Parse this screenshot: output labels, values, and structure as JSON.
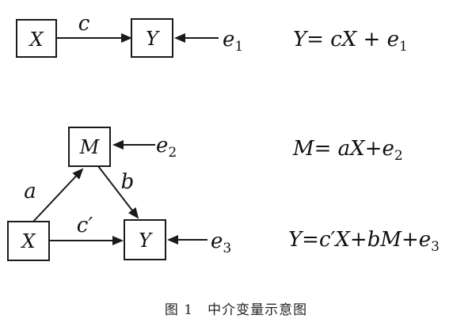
{
  "diagram1": {
    "x_label": "X",
    "y_label": "Y",
    "path_c": "c",
    "error_main": "e",
    "error_sub": "1",
    "equation": "Y= cX + e",
    "equation_sub": "1"
  },
  "diagram2": {
    "m_label": "M",
    "x_label": "X",
    "y_label": "Y",
    "path_a": "a",
    "path_b": "b",
    "path_c_prime": "c′",
    "error_m_main": "e",
    "error_m_sub": "2",
    "error_y_main": "e",
    "error_y_sub": "3",
    "equation_m": "M= aX+e",
    "equation_m_sub": "2",
    "equation_y": "Y=c′X+bM+e",
    "equation_y_sub": "3"
  },
  "caption": "图 1　中介变量示意图"
}
